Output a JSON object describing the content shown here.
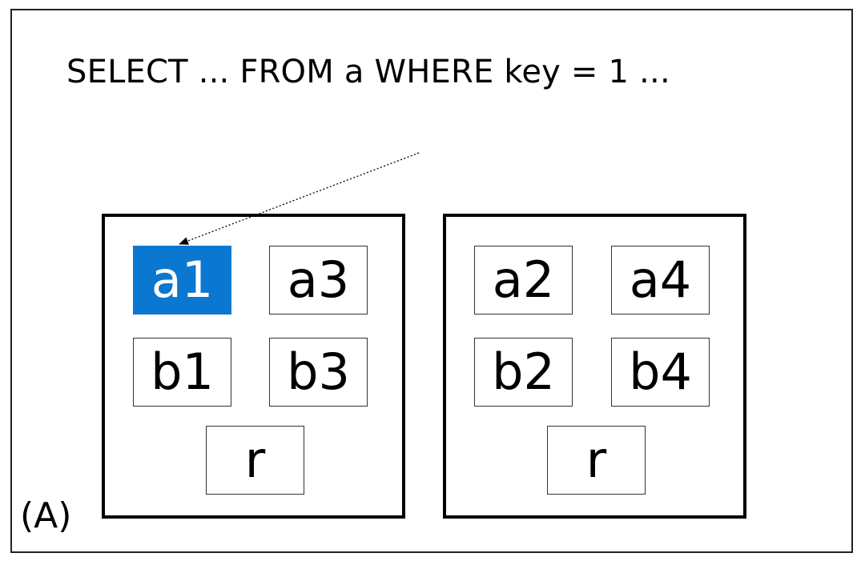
{
  "query": "SELECT ... FROM a WHERE key = 1 ...",
  "panel_label": "(A)",
  "nodes": [
    {
      "cells": [
        {
          "label": "a1",
          "highlighted": true
        },
        {
          "label": "a3",
          "highlighted": false
        },
        {
          "label": "b1",
          "highlighted": false
        },
        {
          "label": "b3",
          "highlighted": false
        },
        {
          "label": "r",
          "highlighted": false
        }
      ]
    },
    {
      "cells": [
        {
          "label": "a2",
          "highlighted": false
        },
        {
          "label": "a4",
          "highlighted": false
        },
        {
          "label": "b2",
          "highlighted": false
        },
        {
          "label": "b4",
          "highlighted": false
        },
        {
          "label": "r",
          "highlighted": false
        }
      ]
    }
  ],
  "colors": {
    "highlight": "#0a78d0",
    "highlight_text": "#ffffff"
  }
}
